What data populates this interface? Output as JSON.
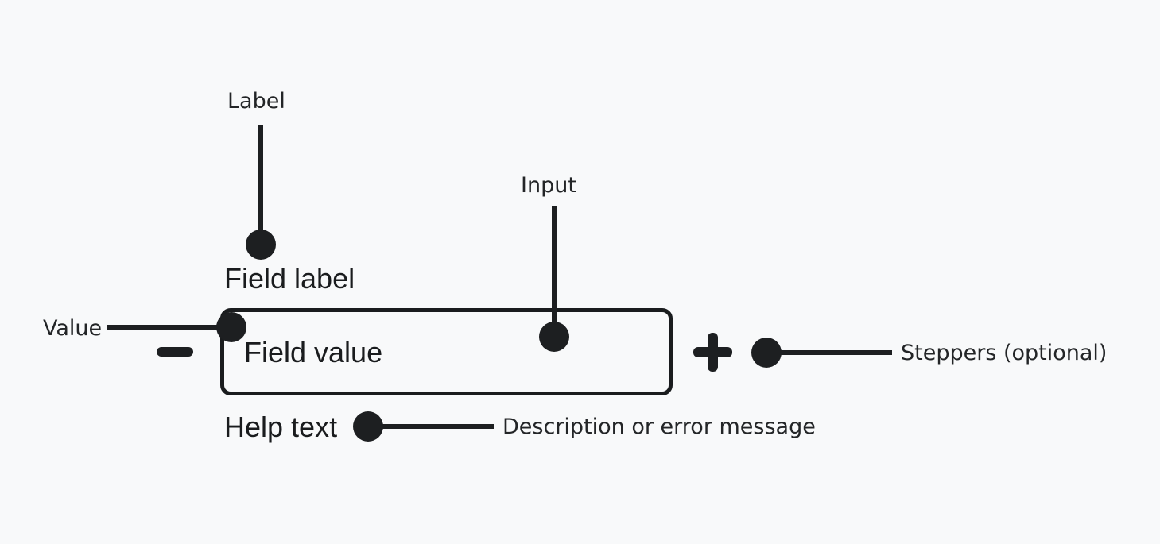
{
  "canvas": {
    "background_color": "#f8f9fa",
    "ink_color": "#1d1f21"
  },
  "diagram": {
    "component": {
      "field_label": "Field label",
      "field_value": "Field value",
      "help_text": "Help text",
      "decrement_icon": "minus-icon",
      "increment_icon": "plus-icon"
    },
    "callouts": {
      "label": {
        "text": "Label",
        "target": "field-label"
      },
      "input": {
        "text": "Input",
        "target": "input-box"
      },
      "value": {
        "text": "Value",
        "target": "field-value"
      },
      "steppers": {
        "text": "Steppers (optional)",
        "target": "stepper-buttons"
      },
      "help": {
        "text": "Description or error message",
        "target": "help-text"
      }
    }
  }
}
